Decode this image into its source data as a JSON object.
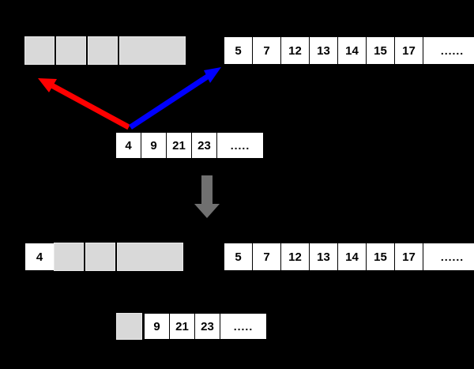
{
  "diagram": {
    "title": "array-split-step-diagram",
    "background_color": "#000000",
    "colors": {
      "filled_cell": "#ffffff",
      "empty_cell": "#d9d9d9",
      "left_arrow": "#ff0000",
      "right_arrow": "#0000ff",
      "down_arrow": "#707070",
      "text": "#000000"
    },
    "rows": {
      "top_left_buffer": {
        "label": "top-left-buffer-row",
        "cells": [
          {
            "text": "",
            "style": "gray",
            "width": 38
          },
          {
            "text": "",
            "style": "gray",
            "width": 38
          },
          {
            "text": "",
            "style": "gray",
            "width": 38
          },
          {
            "text": "",
            "style": "gray",
            "width": 84
          }
        ]
      },
      "top_right_list": {
        "label": "top-right-list-row",
        "cells": [
          {
            "text": "5",
            "style": "white",
            "width": 37
          },
          {
            "text": "7",
            "style": "white",
            "width": 37
          },
          {
            "text": "12",
            "style": "white",
            "width": 37
          },
          {
            "text": "13",
            "style": "white",
            "width": 37
          },
          {
            "text": "14",
            "style": "white",
            "width": 37
          },
          {
            "text": "15",
            "style": "white",
            "width": 37
          },
          {
            "text": "17",
            "style": "white",
            "width": 37
          },
          {
            "text": "......",
            "style": "white",
            "width": 75
          }
        ]
      },
      "middle_list": {
        "label": "middle-list-row",
        "cells": [
          {
            "text": "4",
            "style": "white",
            "width": 33
          },
          {
            "text": "9",
            "style": "white",
            "width": 33
          },
          {
            "text": "21",
            "style": "white",
            "width": 33
          },
          {
            "text": "23",
            "style": "white",
            "width": 33
          },
          {
            "text": ".....",
            "style": "white",
            "width": 60
          }
        ]
      },
      "bottom_left_buffer": {
        "label": "bottom-left-buffer-row",
        "cells": [
          {
            "text": "4",
            "style": "white",
            "width": 38
          },
          {
            "text": "",
            "style": "gray",
            "width": 38
          },
          {
            "text": "",
            "style": "gray",
            "width": 38
          },
          {
            "text": "",
            "style": "gray",
            "width": 84
          }
        ]
      },
      "bottom_right_list": {
        "label": "bottom-right-list-row",
        "cells": [
          {
            "text": "5",
            "style": "white",
            "width": 37
          },
          {
            "text": "7",
            "style": "white",
            "width": 37
          },
          {
            "text": "12",
            "style": "white",
            "width": 37
          },
          {
            "text": "13",
            "style": "white",
            "width": 37
          },
          {
            "text": "14",
            "style": "white",
            "width": 37
          },
          {
            "text": "15",
            "style": "white",
            "width": 37
          },
          {
            "text": "17",
            "style": "white",
            "width": 37
          },
          {
            "text": "......",
            "style": "white",
            "width": 75
          }
        ]
      },
      "bottom_list": {
        "label": "bottom-list-row",
        "cells": [
          {
            "text": "",
            "style": "gray",
            "width": 33
          },
          {
            "text": "9",
            "style": "white",
            "width": 33
          },
          {
            "text": "21",
            "style": "white",
            "width": 33
          },
          {
            "text": "23",
            "style": "white",
            "width": 33
          },
          {
            "text": ".....",
            "style": "white",
            "width": 60
          }
        ]
      }
    },
    "arrows": [
      {
        "name": "red-arrow-to-left-buffer",
        "color": "#ff0000",
        "direction": "up-left"
      },
      {
        "name": "blue-arrow-to-right-list",
        "color": "#0000ff",
        "direction": "up-right"
      },
      {
        "name": "gray-arrow-down",
        "color": "#707070",
        "direction": "down"
      }
    ]
  }
}
